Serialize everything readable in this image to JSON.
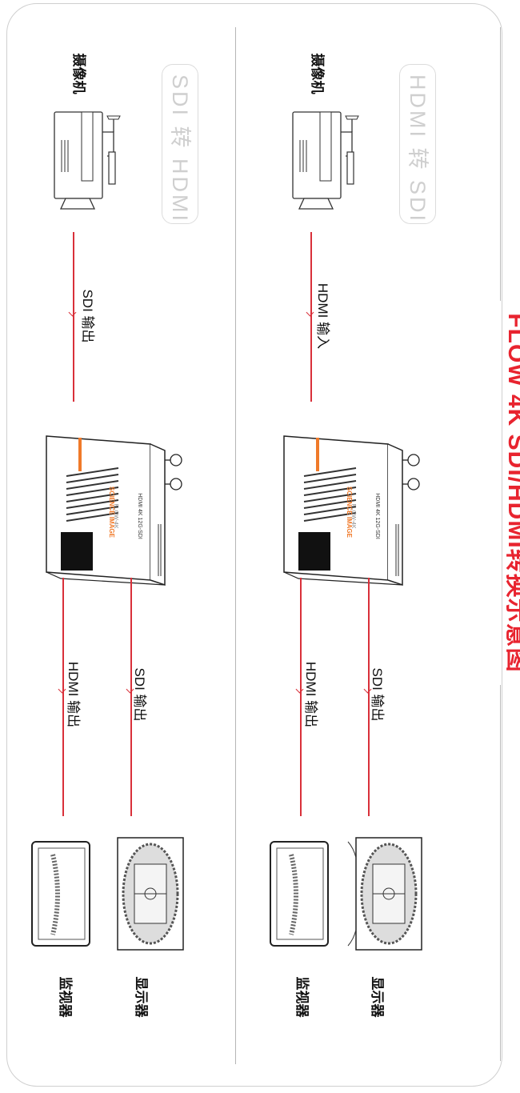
{
  "title": "FLOW 4K  SDI/HDMI转换示意图",
  "colors": {
    "accent": "#e8242f",
    "line": "#d9303a",
    "device_orange": "#f07a2a"
  },
  "panels": {
    "hdmi_to_sdi": {
      "badge": "HDMI 转 SDI",
      "source": "摄像机",
      "input_label": "HDMI 输入",
      "output_a": "SDI 输出",
      "output_b": "HDMI 输出",
      "display_a": "显示器",
      "display_b": "监视器"
    },
    "sdi_to_hdmi": {
      "badge": "SDI 转 HDMI",
      "source": "摄像机",
      "input_label": "SDI 输出",
      "output_a": "SDI 输出",
      "output_b": "HDMI 输出",
      "display_a": "显示器",
      "display_b": "监视器"
    }
  },
  "device": {
    "brand": "SCIENCE IMAGE",
    "model": "FLOW-4K",
    "ports": "HDMI 4K 12G-SDI"
  },
  "icons": [
    "camera-icon",
    "converter-device-icon",
    "stadium-display-icon",
    "monitor-icon",
    "down-arrow-icon"
  ]
}
